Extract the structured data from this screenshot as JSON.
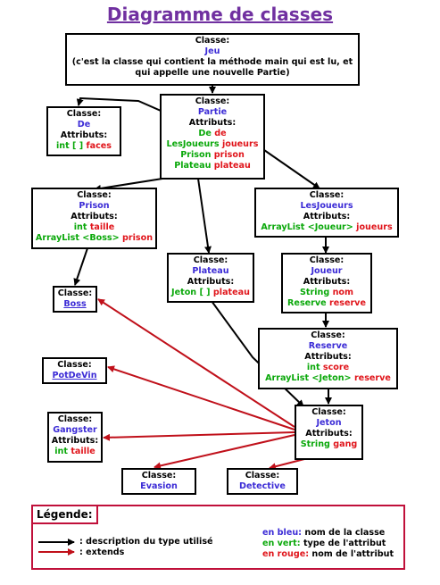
{
  "title": "Diagramme de classes",
  "classes": {
    "jeu": {
      "label": "Classe:",
      "name": "Jeu",
      "desc1": "(c'est la classe qui contient la méthode main qui est lu, et",
      "desc2": "qui appelle une nouvelle Partie)"
    },
    "de": {
      "label": "Classe:",
      "name": "De",
      "attrs_label": "Attributs:",
      "attr1_type": "int [ ]",
      "attr1_name": "faces"
    },
    "partie": {
      "label": "Classe:",
      "name": "Partie",
      "attrs_label": "Attributs:",
      "attr1_type": "De",
      "attr1_name": "de",
      "attr2_type": "LesJoueurs",
      "attr2_name": "joueurs",
      "attr3_type": "Prison",
      "attr3_name": "prison",
      "attr4_type": "Plateau",
      "attr4_name": "plateau"
    },
    "prison": {
      "label": "Classe:",
      "name": "Prison",
      "attrs_label": "Attributs:",
      "attr1_type": "int",
      "attr1_name": "taille",
      "attr2_type": "ArrayList <Boss>",
      "attr2_name": "prison"
    },
    "lesjoueurs": {
      "label": "Classe:",
      "name": "LesJoueurs",
      "attrs_label": "Attributs:",
      "attr1_type": "ArrayList <Joueur>",
      "attr1_name": "joueurs"
    },
    "plateau": {
      "label": "Classe:",
      "name": "Plateau",
      "attrs_label": "Attributs:",
      "attr1_type": "Jeton [ ]",
      "attr1_name": "plateau"
    },
    "joueur": {
      "label": "Classe:",
      "name": "Joueur",
      "attrs_label": "Attributs:",
      "attr1_type": "String",
      "attr1_name": "nom",
      "attr2_type": "Reserve",
      "attr2_name": "reserve"
    },
    "boss": {
      "label": "Classe:",
      "name": "Boss"
    },
    "reserve": {
      "label": "Classe:",
      "name": "Reserve",
      "attrs_label": "Attributs:",
      "attr1_type": "int",
      "attr1_name": "score",
      "attr2_type": "ArrayList <Jeton>",
      "attr2_name": "reserve"
    },
    "potdevin": {
      "label": "Classe:",
      "name": "PotDeVin"
    },
    "jeton": {
      "label": "Classe:",
      "name": "Jeton",
      "attrs_label": "Attributs:",
      "attr1_type": "String",
      "attr1_name": "gang"
    },
    "gangster": {
      "label": "Classe:",
      "name": "Gangster",
      "attrs_label": "Attributs:",
      "attr1_type": "int",
      "attr1_name": "taille"
    },
    "evasion": {
      "label": "Classe:",
      "name": "Evasion"
    },
    "detective": {
      "label": "Classe:",
      "name": "Detective"
    }
  },
  "legend": {
    "title": "Légende:",
    "black_arrow": ": description du type utilisé",
    "red_arrow": ": extends",
    "blue_key": "en bleu:",
    "blue_text": "nom de la classe",
    "green_key": "en vert:",
    "green_text": "type de l'attribut",
    "red_key": "en rouge:",
    "red_text": "nom de l'attribut"
  },
  "colors": {
    "class_name": "#3b2bd6",
    "attr_type": "#0aa80a",
    "attr_name": "#e0141a",
    "extends_arrow": "#c0101a",
    "uses_arrow": "#000000",
    "title": "#7030a0"
  }
}
